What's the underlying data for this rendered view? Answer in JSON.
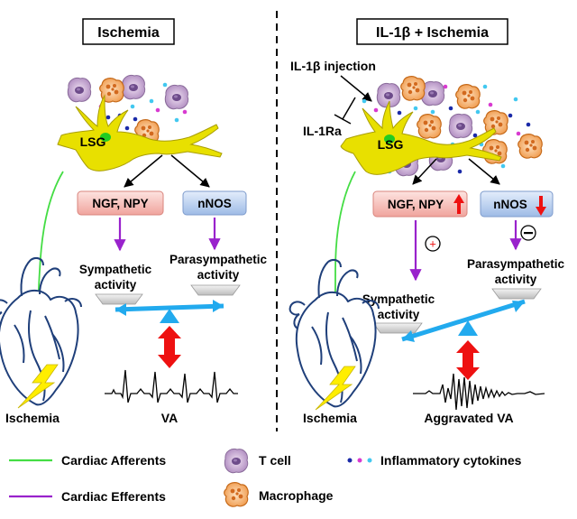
{
  "left_panel": {
    "title": "Ischemia",
    "lsg_label": "LSG",
    "box_left": "NGF, NPY",
    "box_right": "nNOS",
    "sympathetic_label": [
      "Sympathetic",
      "activity"
    ],
    "parasympathetic_label": [
      "Parasympathetic",
      "activity"
    ],
    "heart_label": "Ischemia",
    "outcome_label": "VA"
  },
  "right_panel": {
    "title": "IL-1β + Ischemia",
    "injection_label": "IL-1β injection",
    "antagonist_label": "IL-1Ra",
    "lsg_label": "LSG",
    "box_left": "NGF, NPY",
    "box_right": "nNOS",
    "plus_symbol": "+",
    "sympathetic_label": [
      "Sympathetic",
      "activity"
    ],
    "parasympathetic_label": [
      "Parasympathetic",
      "activity"
    ],
    "heart_label": "Ischemia",
    "outcome_label": "Aggravated VA"
  },
  "legend": {
    "afferents": "Cardiac Afferents",
    "efferents": "Cardiac Efferents",
    "tcell": "T cell",
    "macrophage": "Macrophage",
    "cytokines": "Inflammatory cytokines"
  },
  "colors": {
    "afferent_line": "#44dd44",
    "efferent_line": "#9922cc",
    "balance_bar": "#22aaee",
    "red_arrow": "#ee1111",
    "ngf_box": "#f4b8b3",
    "nnos_box": "#b6cdee",
    "neuron": "#e8e000",
    "lightning": "#ffee00"
  }
}
